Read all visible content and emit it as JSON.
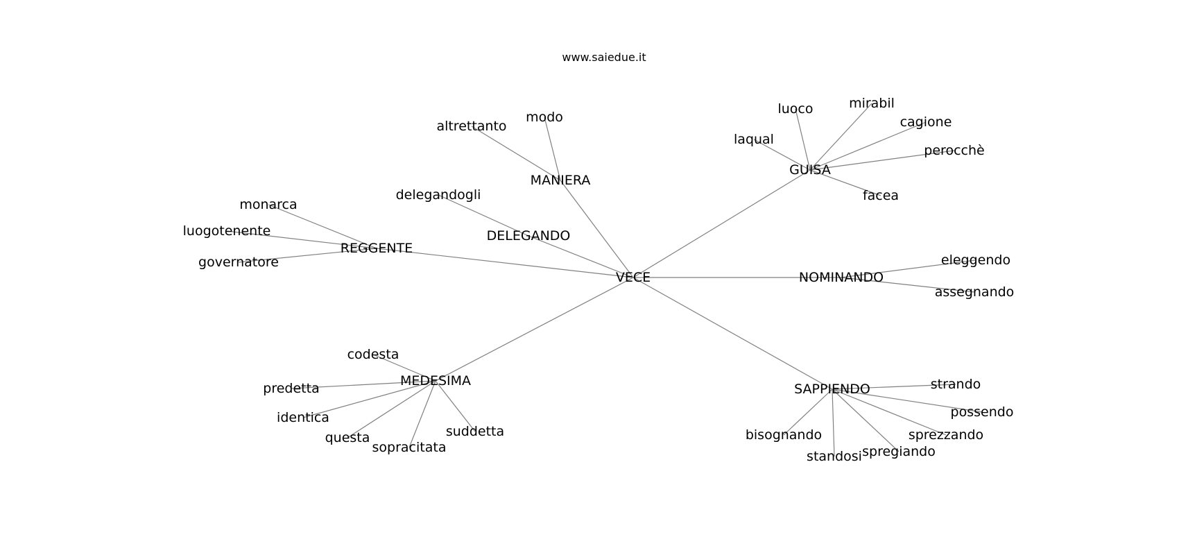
{
  "source": "www.saiedue.it",
  "graph": {
    "nodes": [
      {
        "id": "VECE",
        "label": "VECE"
      },
      {
        "id": "MANIERA",
        "label": "MANIERA"
      },
      {
        "id": "altrettanto",
        "label": "altrettanto"
      },
      {
        "id": "modo",
        "label": "modo"
      },
      {
        "id": "DELEGANDO",
        "label": "DELEGANDO"
      },
      {
        "id": "delegandogli",
        "label": "delegandogli"
      },
      {
        "id": "REGGENTE",
        "label": "REGGENTE"
      },
      {
        "id": "monarca",
        "label": "monarca"
      },
      {
        "id": "luogotenente",
        "label": "luogotenente"
      },
      {
        "id": "governatore",
        "label": "governatore"
      },
      {
        "id": "GUISA",
        "label": "GUISA"
      },
      {
        "id": "luoco",
        "label": "luoco"
      },
      {
        "id": "mirabil",
        "label": "mirabil"
      },
      {
        "id": "cagione",
        "label": "cagione"
      },
      {
        "id": "laqual",
        "label": "laqual"
      },
      {
        "id": "perocche",
        "label": "perocchè"
      },
      {
        "id": "facea",
        "label": "facea"
      },
      {
        "id": "NOMINANDO",
        "label": "NOMINANDO"
      },
      {
        "id": "eleggendo",
        "label": "eleggendo"
      },
      {
        "id": "assegnando",
        "label": "assegnando"
      },
      {
        "id": "MEDESIMA",
        "label": "MEDESIMA"
      },
      {
        "id": "codesta",
        "label": "codesta"
      },
      {
        "id": "predetta",
        "label": "predetta"
      },
      {
        "id": "identica",
        "label": "identica"
      },
      {
        "id": "questa",
        "label": "questa"
      },
      {
        "id": "sopracitata",
        "label": "sopracitata"
      },
      {
        "id": "suddetta",
        "label": "suddetta"
      },
      {
        "id": "SAPPIENDO",
        "label": "SAPPIENDO"
      },
      {
        "id": "strando",
        "label": "strando"
      },
      {
        "id": "possendo",
        "label": "possendo"
      },
      {
        "id": "bisognando",
        "label": "bisognando"
      },
      {
        "id": "sprezzando",
        "label": "sprezzando"
      },
      {
        "id": "standosi",
        "label": "standosi"
      },
      {
        "id": "spregiando",
        "label": "spregiando"
      }
    ],
    "edges": [
      [
        "VECE",
        "MANIERA"
      ],
      [
        "VECE",
        "DELEGANDO"
      ],
      [
        "VECE",
        "REGGENTE"
      ],
      [
        "VECE",
        "GUISA"
      ],
      [
        "VECE",
        "NOMINANDO"
      ],
      [
        "VECE",
        "MEDESIMA"
      ],
      [
        "VECE",
        "SAPPIENDO"
      ],
      [
        "MANIERA",
        "altrettanto"
      ],
      [
        "MANIERA",
        "modo"
      ],
      [
        "DELEGANDO",
        "delegandogli"
      ],
      [
        "REGGENTE",
        "monarca"
      ],
      [
        "REGGENTE",
        "luogotenente"
      ],
      [
        "REGGENTE",
        "governatore"
      ],
      [
        "GUISA",
        "luoco"
      ],
      [
        "GUISA",
        "mirabil"
      ],
      [
        "GUISA",
        "cagione"
      ],
      [
        "GUISA",
        "laqual"
      ],
      [
        "GUISA",
        "perocche"
      ],
      [
        "GUISA",
        "facea"
      ],
      [
        "NOMINANDO",
        "eleggendo"
      ],
      [
        "NOMINANDO",
        "assegnando"
      ],
      [
        "MEDESIMA",
        "codesta"
      ],
      [
        "MEDESIMA",
        "predetta"
      ],
      [
        "MEDESIMA",
        "identica"
      ],
      [
        "MEDESIMA",
        "questa"
      ],
      [
        "MEDESIMA",
        "sopracitata"
      ],
      [
        "MEDESIMA",
        "suddetta"
      ],
      [
        "SAPPIENDO",
        "strando"
      ],
      [
        "SAPPIENDO",
        "possendo"
      ],
      [
        "SAPPIENDO",
        "bisognando"
      ],
      [
        "SAPPIENDO",
        "sprezzando"
      ],
      [
        "SAPPIENDO",
        "standosi"
      ],
      [
        "SAPPIENDO",
        "spregiando"
      ]
    ]
  }
}
